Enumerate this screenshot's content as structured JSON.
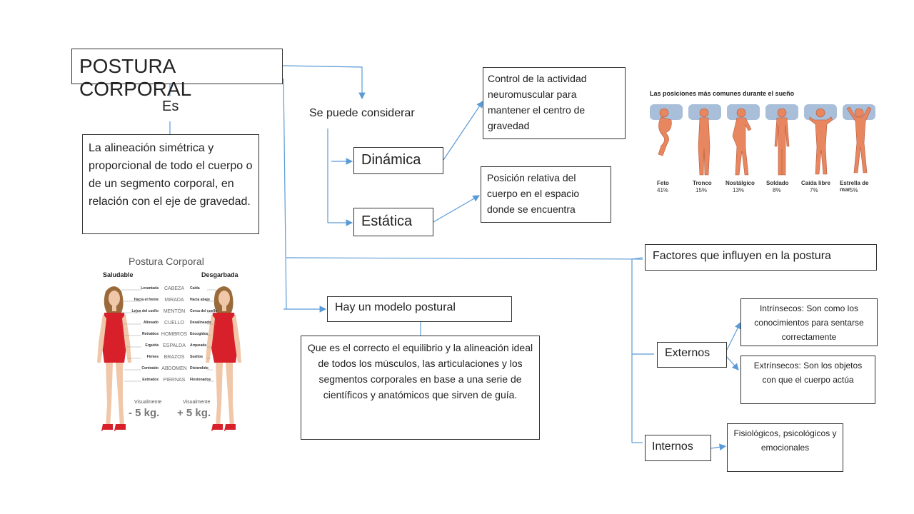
{
  "title": "POSTURA CORPORAL",
  "es_label": "Es",
  "definition": "La alineación simétrica y proporcional de todo el cuerpo o de un segmento corporal, en relación con el eje de gravedad.",
  "consider_label": "Se puede considerar",
  "dinamica": {
    "label": "Dinámica",
    "description": "Control de la actividad neuromuscular para mantener el centro de gravedad"
  },
  "estatica": {
    "label": "Estática",
    "description": "Posición relativa del cuerpo en el espacio donde se encuentra"
  },
  "modelo": {
    "label": "Hay un modelo postural",
    "description": "Que es el correcto el equilibrio y la alineación ideal de todos los músculos, las articulaciones y los segmentos corporales en base a una serie de científicos y anatómicos que sirven de guía."
  },
  "factores": {
    "label": "Factores que influyen en la postura",
    "externos": {
      "label": "Externos",
      "intrinsecos": "Intrínsecos: Son como los conocimientos para sentarse correctamente",
      "extrinsecos": "Extrínsecos:  Son los objetos con que el cuerpo actúa"
    },
    "internos": {
      "label": "Internos",
      "description": "Fisiológicos, psicológicos y emocionales"
    }
  },
  "sleep_image": {
    "title": "Las posiciones más comunes durante el sueño",
    "positions": [
      {
        "name": "Feto",
        "percent": "41%"
      },
      {
        "name": "Tronco",
        "percent": "15%"
      },
      {
        "name": "Nostálgico",
        "percent": "13%"
      },
      {
        "name": "Soldado",
        "percent": "8%"
      },
      {
        "name": "Caída libre",
        "percent": "7%"
      },
      {
        "name": "Estrella de mar",
        "percent": "5%"
      }
    ]
  },
  "posture_image": {
    "title": "Postura Corporal",
    "left_heading": "Saludable",
    "right_heading": "Desgarbada",
    "rows": [
      {
        "left": "Levantada",
        "center": "CABEZA",
        "right": "Caída"
      },
      {
        "left": "Hacia el frente",
        "center": "MIRADA",
        "right": "Hacia abajo"
      },
      {
        "left": "Lejos del cuello",
        "center": "MENTÓN",
        "right": "Cerca del cuello"
      },
      {
        "left": "Alineado",
        "center": "CUELLO",
        "right": "Desalineado"
      },
      {
        "left": "Retraídos",
        "center": "HOMBROS",
        "right": "Encogidos"
      },
      {
        "left": "Erguida",
        "center": "ESPALDA",
        "right": "Arqueada"
      },
      {
        "left": "Firmes",
        "center": "BRAZOS",
        "right": "Sueltos"
      },
      {
        "left": "Contraído",
        "center": "ABDOMEN",
        "right": "Distendido"
      },
      {
        "left": "Estirados",
        "center": "PIERNAS",
        "right": "Flexionados"
      }
    ],
    "visual_label_left": "Visualmente",
    "visual_value_left": "- 5 kg.",
    "visual_label_right": "Visualmente",
    "visual_value_right": "+ 5 kg."
  },
  "colors": {
    "connector": "#5b9bd5",
    "box_border": "#333333",
    "figure": "#e8875f",
    "pillow": "#a9bfd9",
    "red_suit": "#d8202a"
  }
}
